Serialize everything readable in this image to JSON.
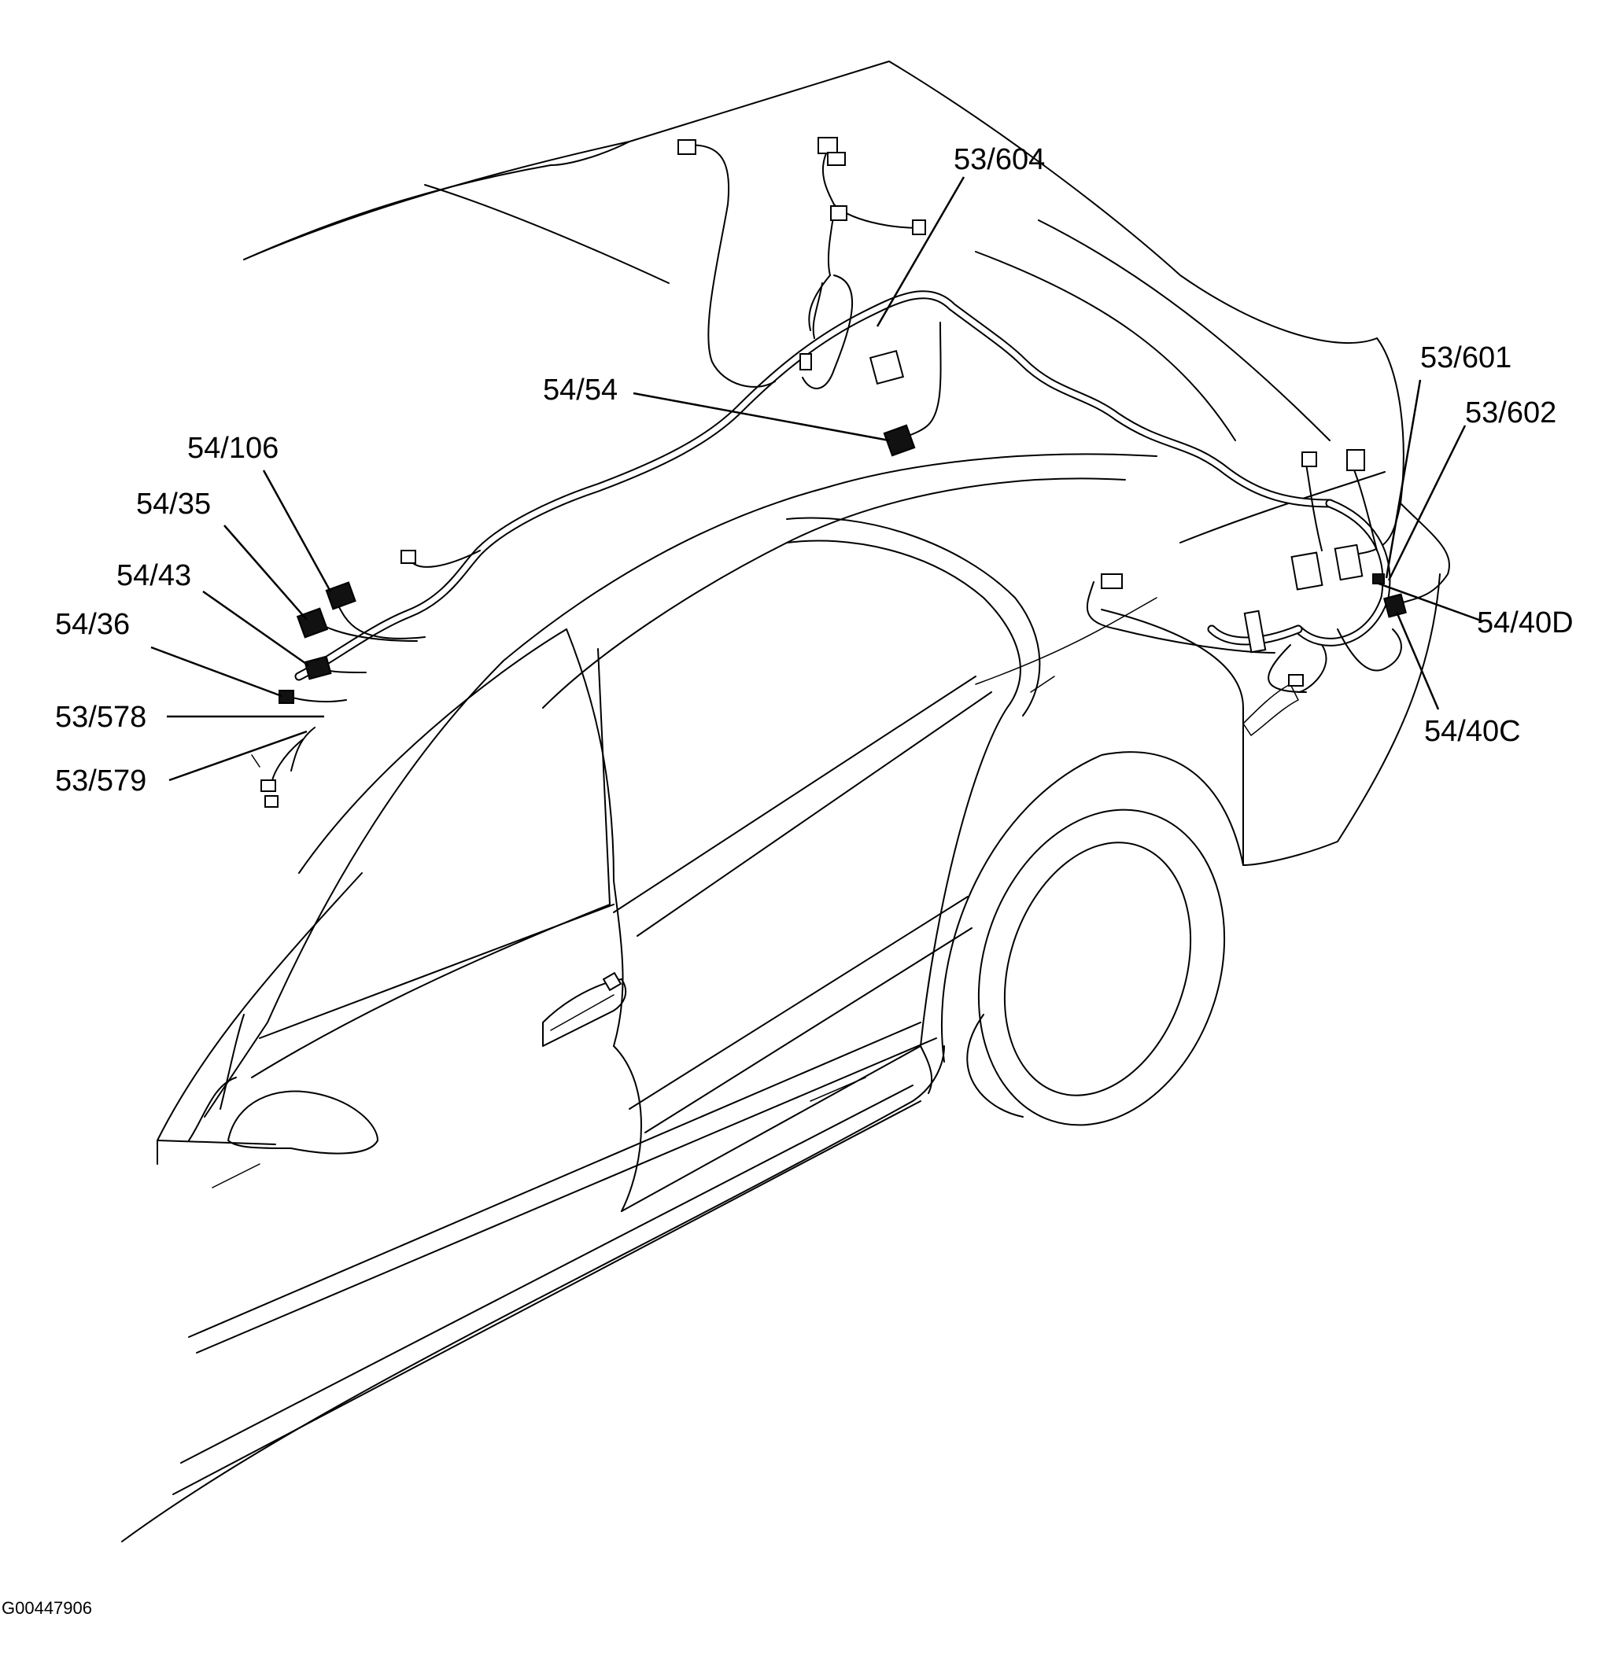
{
  "diagram": {
    "reference_code": "G00447906",
    "callouts": [
      {
        "id": "c-53-604",
        "label": "53/604"
      },
      {
        "id": "c-54-54",
        "label": "54/54"
      },
      {
        "id": "c-54-106",
        "label": "54/106"
      },
      {
        "id": "c-54-35",
        "label": "54/35"
      },
      {
        "id": "c-54-43",
        "label": "54/43"
      },
      {
        "id": "c-54-36",
        "label": "54/36"
      },
      {
        "id": "c-53-578",
        "label": "53/578"
      },
      {
        "id": "c-53-579",
        "label": "53/579"
      },
      {
        "id": "c-53-601",
        "label": "53/601"
      },
      {
        "id": "c-53-602",
        "label": "53/602"
      },
      {
        "id": "c-54-40D",
        "label": "54/40D"
      },
      {
        "id": "c-54-40C",
        "label": "54/40C"
      }
    ]
  }
}
